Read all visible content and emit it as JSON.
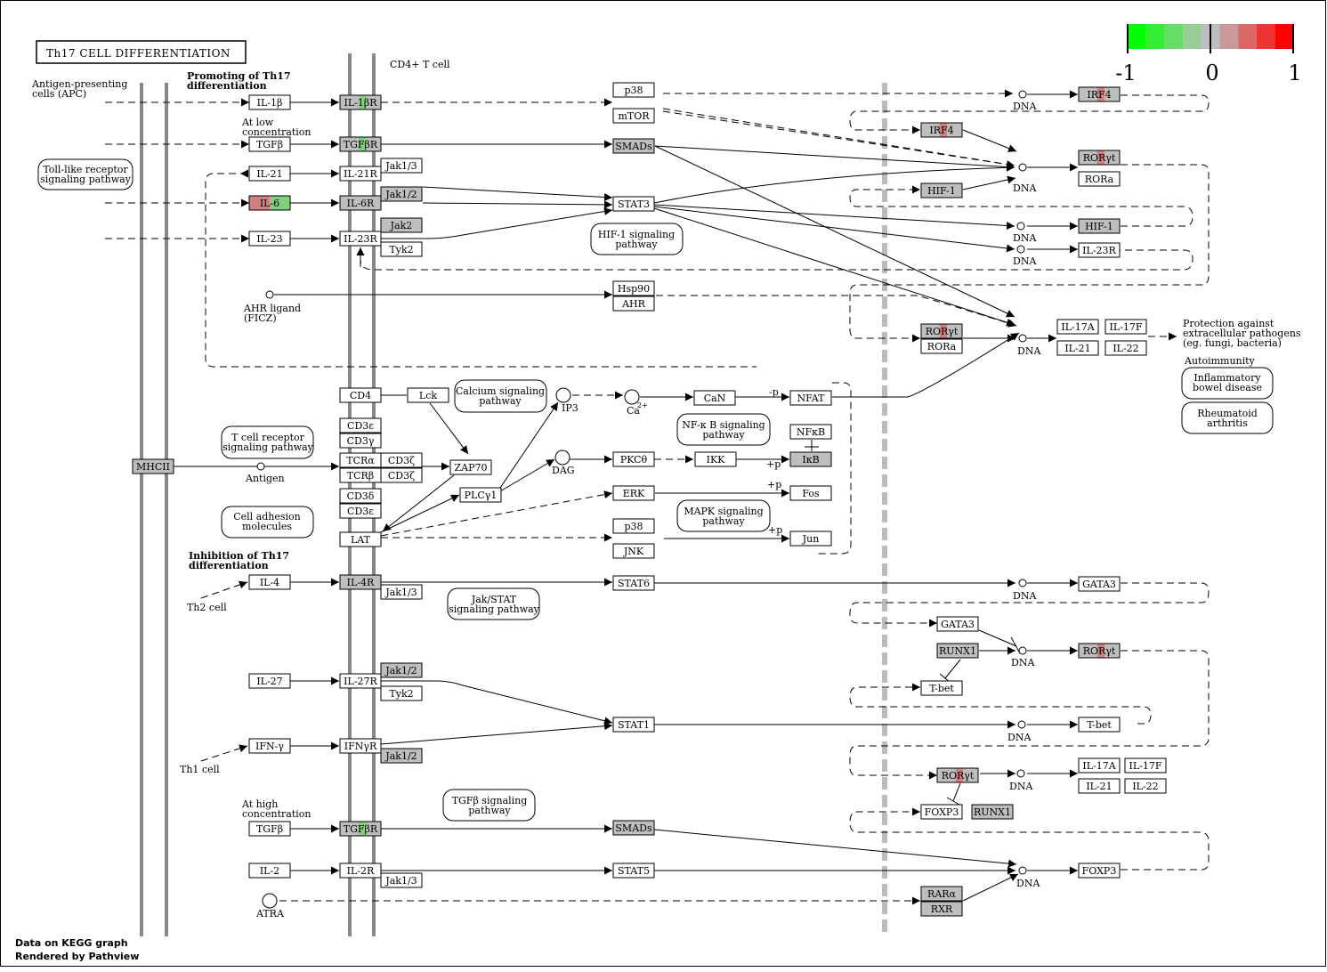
{
  "title": "Th17  CELL  DIFFERENTIATION",
  "legend": {
    "min": "-1",
    "mid": "0",
    "max": "1",
    "colors": [
      "#00ff00",
      "#33ee33",
      "#66dd66",
      "#99cc99",
      "#bebebe",
      "#cc9999",
      "#dd6666",
      "#ee3333",
      "#ff0000"
    ]
  },
  "colors": {
    "gray_node": "#bebebe",
    "red_node": "#d08080",
    "green_node": "#80d080",
    "white_node": "#ffffff"
  },
  "labels": {
    "apc": "Antigen-presenting\ncells (APC)",
    "promoting": "Promoting of Th17\ndifferentiation",
    "low_conc": "At low\nconcentration",
    "tlr": "Toll-like receptor\nsignaling pathway",
    "cd4t": "CD4+ T cell",
    "hif_path": "HIF-1 signaling\npathway",
    "ahr_ligand": "AHR ligand\n(FICZ)",
    "calcium": "Calcium signaling\npathway",
    "ip3": "IP3",
    "ca": "Ca",
    "ca_sup": "2+",
    "tcr_path": "T cell receptor\nsignaling pathway",
    "antigen": "Antigen",
    "nfkb_path": "NF-κ B signaling\npathway",
    "dag": "DAG",
    "cell_adh": "Cell adhesion\nmolecules",
    "mapk_path": "MAPK signaling\npathway",
    "inhibition": "Inhibition of Th17\ndifferentiation",
    "th2": "Th2 cell",
    "jakstat": "Jak/STAT\nsignaling pathway",
    "th1": "Th1 cell",
    "high_conc": "At high\nconcentration",
    "tgf_path": "TGFβ signaling\npathway",
    "atra": "ATRA",
    "protection": "Protection against\nextracellular pathogens\n(eg. fungi, bacteria)",
    "autoimmunity": "Autoimmunity",
    "ibd": "Inflammatory\nbowel disease",
    "ra": "Rheumatoid\narthritis",
    "dna": "DNA",
    "minus_p": "-p",
    "plus_p": "+p"
  },
  "nodes": [
    {
      "id": "il1b",
      "label": "IL-1β",
      "fill": "white"
    },
    {
      "id": "il1br",
      "label": "IL-1βR",
      "fill": "gray",
      "accent": "green"
    },
    {
      "id": "tgfb1",
      "label": "TGFβ",
      "fill": "white"
    },
    {
      "id": "tgfbr1",
      "label": "TGFβR",
      "fill": "gray",
      "accent": "green"
    },
    {
      "id": "il21",
      "label": "IL-21",
      "fill": "white"
    },
    {
      "id": "il21r",
      "label": "IL-21R",
      "fill": "white"
    },
    {
      "id": "jak13a",
      "label": "Jak1/3",
      "fill": "white"
    },
    {
      "id": "il6",
      "label": "IL-6",
      "fill": "red",
      "accent": "green"
    },
    {
      "id": "il6r",
      "label": "IL-6R",
      "fill": "gray"
    },
    {
      "id": "jak12a",
      "label": "Jak1/2",
      "fill": "gray"
    },
    {
      "id": "jak2",
      "label": "Jak2",
      "fill": "gray"
    },
    {
      "id": "il23",
      "label": "IL-23",
      "fill": "white"
    },
    {
      "id": "il23r",
      "label": "IL-23R",
      "fill": "white"
    },
    {
      "id": "tyk2a",
      "label": "Tyk2",
      "fill": "white"
    },
    {
      "id": "p38a",
      "label": "p38",
      "fill": "white"
    },
    {
      "id": "mtor",
      "label": "mTOR",
      "fill": "white"
    },
    {
      "id": "smads1",
      "label": "SMADs",
      "fill": "gray"
    },
    {
      "id": "stat3",
      "label": "STAT3",
      "fill": "white"
    },
    {
      "id": "hsp90",
      "label": "Hsp90",
      "fill": "white"
    },
    {
      "id": "ahr",
      "label": "AHR",
      "fill": "white"
    },
    {
      "id": "irf4a",
      "label": "IRF4",
      "fill": "gray",
      "accent": "red"
    },
    {
      "id": "irf4b",
      "label": "IRF4",
      "fill": "gray",
      "accent": "red"
    },
    {
      "id": "rorgt1",
      "label": "RORγt",
      "fill": "gray",
      "accent": "red"
    },
    {
      "id": "rora1",
      "label": "RORa",
      "fill": "white"
    },
    {
      "id": "hif1a",
      "label": "HIF-1",
      "fill": "gray"
    },
    {
      "id": "hif1b",
      "label": "HIF-1",
      "fill": "gray"
    },
    {
      "id": "il23r2",
      "label": "IL-23R",
      "fill": "white"
    },
    {
      "id": "rorgt2",
      "label": "RORγt",
      "fill": "gray",
      "accent": "red"
    },
    {
      "id": "rora2",
      "label": "RORa",
      "fill": "white"
    },
    {
      "id": "il17a1",
      "label": "IL-17A",
      "fill": "white"
    },
    {
      "id": "il17f1",
      "label": "IL-17F",
      "fill": "white"
    },
    {
      "id": "il21b",
      "label": "IL-21",
      "fill": "white"
    },
    {
      "id": "il22a",
      "label": "IL-22",
      "fill": "white"
    },
    {
      "id": "cd4",
      "label": "CD4",
      "fill": "white"
    },
    {
      "id": "lck",
      "label": "Lck",
      "fill": "white"
    },
    {
      "id": "cd3e1",
      "label": "CD3ε",
      "fill": "white"
    },
    {
      "id": "cd3g",
      "label": "CD3γ",
      "fill": "white"
    },
    {
      "id": "tcra",
      "label": "TCRα",
      "fill": "white"
    },
    {
      "id": "cd3z1",
      "label": "CD3ζ",
      "fill": "white"
    },
    {
      "id": "tcrb",
      "label": "TCRβ",
      "fill": "white"
    },
    {
      "id": "cd3z2",
      "label": "CD3ζ",
      "fill": "white"
    },
    {
      "id": "cd3d",
      "label": "CD3δ",
      "fill": "white"
    },
    {
      "id": "cd3e2",
      "label": "CD3ε",
      "fill": "white"
    },
    {
      "id": "lat",
      "label": "LAT",
      "fill": "white"
    },
    {
      "id": "zap70",
      "label": "ZAP70",
      "fill": "white"
    },
    {
      "id": "plcg1",
      "label": "PLCγ1",
      "fill": "white"
    },
    {
      "id": "mhcii",
      "label": "MHCII",
      "fill": "gray"
    },
    {
      "id": "can",
      "label": "CaN",
      "fill": "white"
    },
    {
      "id": "nfat",
      "label": "NFAT",
      "fill": "white"
    },
    {
      "id": "nfkb",
      "label": "NFκB",
      "fill": "white"
    },
    {
      "id": "pkct",
      "label": "PKCθ",
      "fill": "white"
    },
    {
      "id": "ikk",
      "label": "IKK",
      "fill": "white"
    },
    {
      "id": "ikb",
      "label": "IκB",
      "fill": "gray"
    },
    {
      "id": "erk",
      "label": "ERK",
      "fill": "white"
    },
    {
      "id": "fos",
      "label": "Fos",
      "fill": "white"
    },
    {
      "id": "p38b",
      "label": "p38",
      "fill": "white"
    },
    {
      "id": "jnk",
      "label": "JNK",
      "fill": "white"
    },
    {
      "id": "jun",
      "label": "Jun",
      "fill": "white"
    },
    {
      "id": "il4",
      "label": "IL-4",
      "fill": "white"
    },
    {
      "id": "il4r",
      "label": "IL-4R",
      "fill": "gray"
    },
    {
      "id": "jak13b",
      "label": "Jak1/3",
      "fill": "white"
    },
    {
      "id": "stat6",
      "label": "STAT6",
      "fill": "white"
    },
    {
      "id": "gata3a",
      "label": "GATA3",
      "fill": "white"
    },
    {
      "id": "gata3b",
      "label": "GATA3",
      "fill": "white"
    },
    {
      "id": "runx1a",
      "label": "RUNX1",
      "fill": "gray"
    },
    {
      "id": "rorgt3",
      "label": "RORγt",
      "fill": "gray",
      "accent": "red"
    },
    {
      "id": "tbet1",
      "label": "T-bet",
      "fill": "white"
    },
    {
      "id": "il27",
      "label": "IL-27",
      "fill": "white"
    },
    {
      "id": "il27r",
      "label": "IL-27R",
      "fill": "white"
    },
    {
      "id": "jak12b",
      "label": "Jak1/2",
      "fill": "gray"
    },
    {
      "id": "tyk2b",
      "label": "Tyk2",
      "fill": "white"
    },
    {
      "id": "stat1",
      "label": "STAT1",
      "fill": "white"
    },
    {
      "id": "tbet2",
      "label": "T-bet",
      "fill": "white"
    },
    {
      "id": "ifng",
      "label": "IFN-γ",
      "fill": "white"
    },
    {
      "id": "ifngr",
      "label": "IFNγR",
      "fill": "white"
    },
    {
      "id": "jak12c",
      "label": "Jak1/2",
      "fill": "gray"
    },
    {
      "id": "rorgt4",
      "label": "RORγt",
      "fill": "gray",
      "accent": "red"
    },
    {
      "id": "il17a2",
      "label": "IL-17A",
      "fill": "white"
    },
    {
      "id": "il17f2",
      "label": "IL-17F",
      "fill": "white"
    },
    {
      "id": "il21c",
      "label": "IL-21",
      "fill": "white"
    },
    {
      "id": "il22b",
      "label": "IL-22",
      "fill": "white"
    },
    {
      "id": "foxp3a",
      "label": "FOXP3",
      "fill": "white"
    },
    {
      "id": "runx1b",
      "label": "RUNX1",
      "fill": "gray"
    },
    {
      "id": "tgfb2",
      "label": "TGFβ",
      "fill": "white"
    },
    {
      "id": "tgfbr2",
      "label": "TGFβR",
      "fill": "gray",
      "accent": "green"
    },
    {
      "id": "smads2",
      "label": "SMADs",
      "fill": "gray"
    },
    {
      "id": "il2",
      "label": "IL-2",
      "fill": "white"
    },
    {
      "id": "il2r",
      "label": "IL-2R",
      "fill": "white"
    },
    {
      "id": "jak13c",
      "label": "Jak1/3",
      "fill": "white"
    },
    {
      "id": "stat5",
      "label": "STAT5",
      "fill": "white"
    },
    {
      "id": "foxp3b",
      "label": "FOXP3",
      "fill": "white"
    },
    {
      "id": "rara",
      "label": "RARα",
      "fill": "gray"
    },
    {
      "id": "rxr",
      "label": "RXR",
      "fill": "gray"
    }
  ],
  "footer": {
    "line1": "Data on KEGG graph",
    "line2": "Rendered by Pathview"
  }
}
